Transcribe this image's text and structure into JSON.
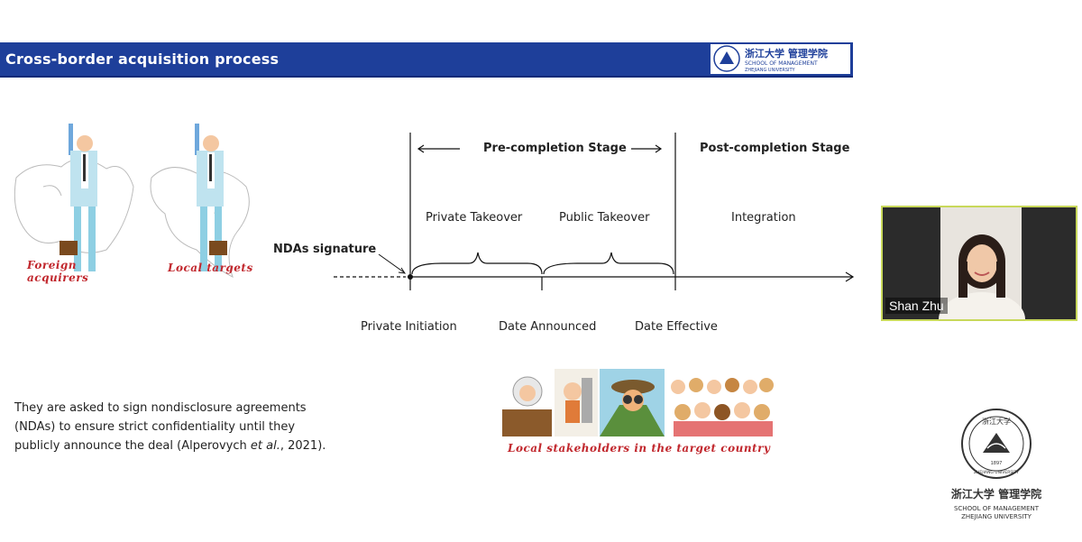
{
  "slide": {
    "title": "Cross-border acquisition process",
    "header_logo": {
      "cn": "浙江大学 管理学院",
      "en1": "SCHOOL OF MANAGEMENT",
      "en2": "ZHEJIANG UNIVERSITY"
    },
    "left_labels": {
      "foreign_line1": "Foreign",
      "foreign_line2": "acquirers",
      "local": "Local targets"
    },
    "timeline": {
      "ndas": "NDAs signature",
      "pre_stage": "Pre-completion Stage",
      "post_stage": "Post-completion Stage",
      "private_takeover": "Private Takeover",
      "public_takeover": "Public Takeover",
      "integration": "Integration",
      "private_initiation": "Private Initiation",
      "date_announced": "Date Announced",
      "date_effective": "Date Effective"
    },
    "body": {
      "line1": "They are asked to sign nondisclosure agreements",
      "line2": "(NDAs) to ensure strict confidentiality until they",
      "line3_pre": "publicly announce the deal (Alperovych ",
      "line3_etal": "et al.",
      "line3_post": ", 2021)."
    },
    "stakeholders_caption": "Local stakeholders in the target country"
  },
  "video": {
    "participant_name": "Shan Zhu"
  },
  "corner_logo": {
    "seal_cn": "浙江大学",
    "seal_year": "1897",
    "seal_en": "ZHEJIANG UNIVERSITY",
    "cn": "浙江大学 管理学院",
    "en1": "SCHOOL OF MANAGEMENT",
    "en2": "ZHEJIANG UNIVERSITY"
  },
  "colors": {
    "header_blue": "#1e3f9a",
    "accent_red": "#c1272d",
    "video_border": "#c8d85a"
  }
}
